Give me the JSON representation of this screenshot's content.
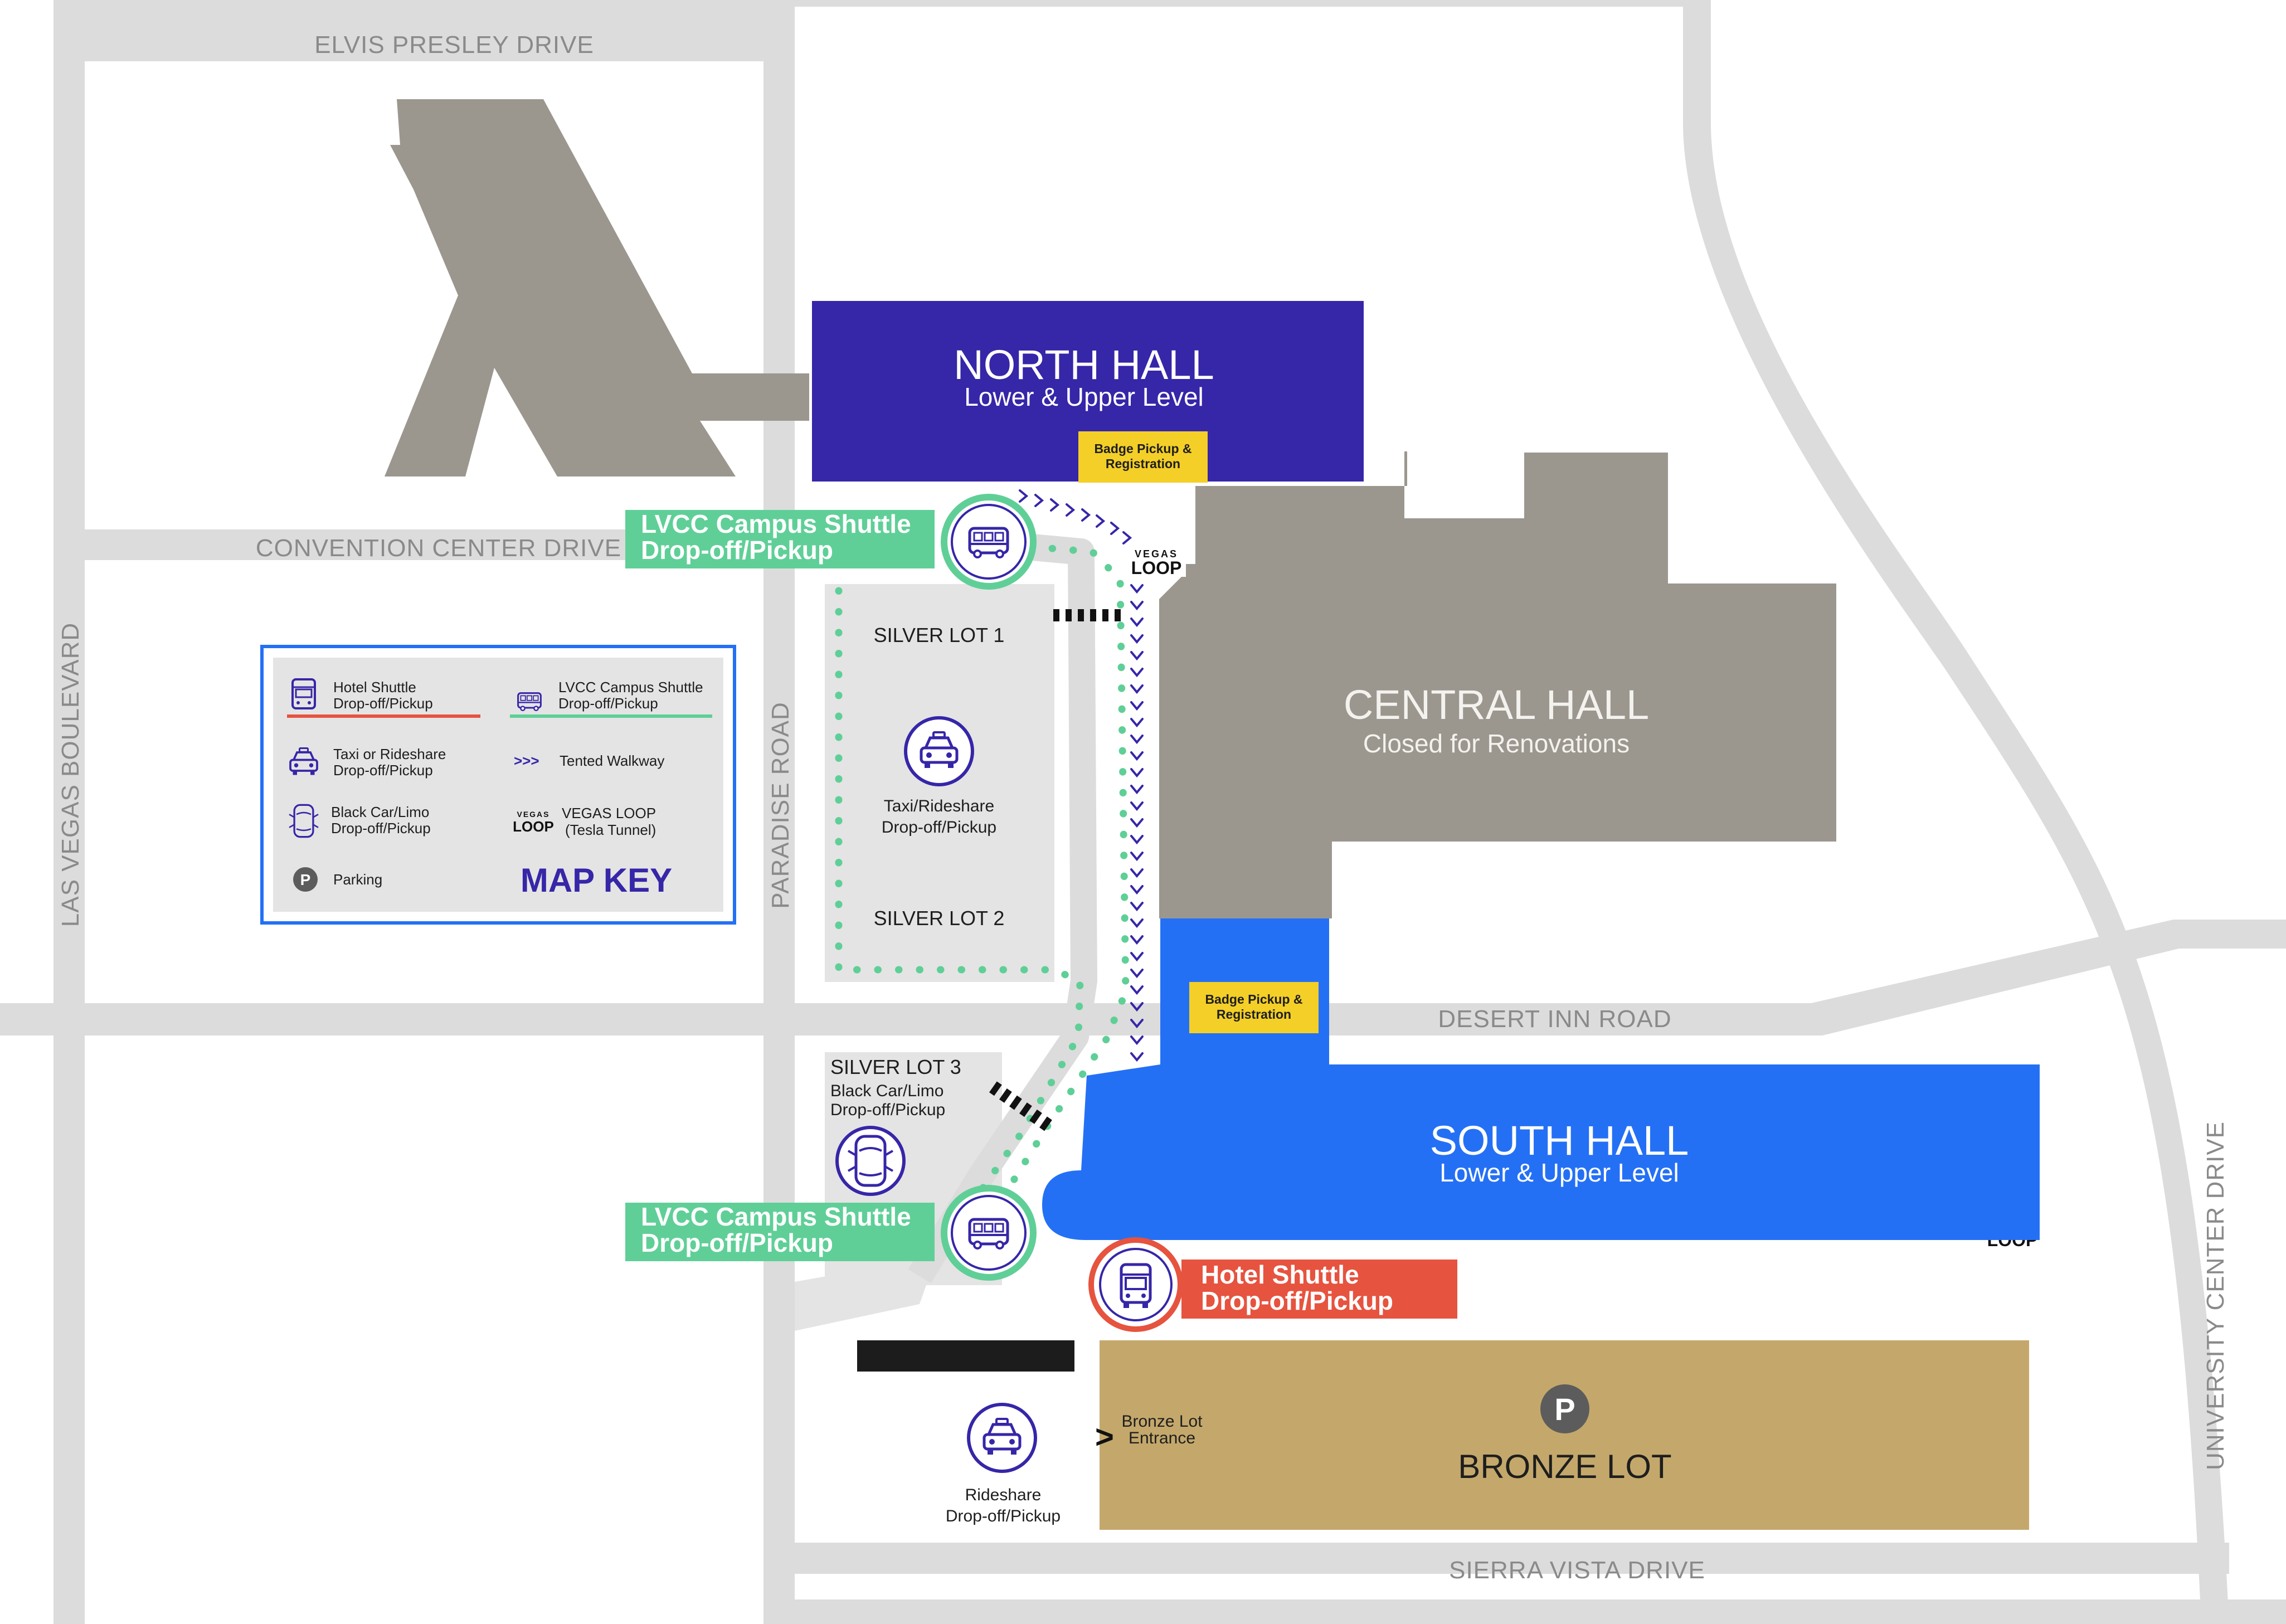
{
  "roads": {
    "elvis_presley": "ELVIS PRESLEY DRIVE",
    "convention_center": "CONVENTION CENTER DRIVE",
    "las_vegas_blvd": "LAS VEGAS BOULEVARD",
    "paradise": "PARADISE ROAD",
    "desert_inn": "DESERT INN ROAD",
    "university_center": "UNIVERSITY CENTER DRIVE",
    "sierra_vista": "SIERRA VISTA DRIVE"
  },
  "halls": {
    "north": {
      "title": "NORTH HALL",
      "subtitle": "Lower & Upper Level",
      "color": "#3626a8"
    },
    "central": {
      "title": "CENTRAL HALL",
      "subtitle": "Closed for Renovations",
      "color": "#9b978e"
    },
    "south": {
      "title": "SOUTH HALL",
      "subtitle": "Lower & Upper Level",
      "color": "#2470f5"
    }
  },
  "badge": {
    "line1": "Badge Pickup &",
    "line2": "Registration",
    "color": "#f4cf27"
  },
  "lots": {
    "silver1": "SILVER LOT 1",
    "silver2": "SILVER LOT 2",
    "silver3": "SILVER LOT 3",
    "silver3_sub1": "Black Car/Limo",
    "silver3_sub2": "Drop-off/Pickup",
    "taxi1": "Taxi/Rideshare",
    "taxi2": "Drop-off/Pickup",
    "bronze": "BRONZE LOT",
    "bronze_entrance1": "Bronze Lot",
    "bronze_entrance2": "Entrance",
    "bronze_color": "#c4a86b",
    "rideshare1": "Rideshare",
    "rideshare2": "Drop-off/Pickup"
  },
  "callouts": {
    "campus1": "LVCC Campus Shuttle",
    "campus2": "Drop-off/Pickup",
    "hotel1": "Hotel Shuttle",
    "hotel2": "Drop-off/Pickup",
    "campus_color": "#5fcf97",
    "hotel_color": "#e6533f"
  },
  "loop": {
    "vegas": "VEGAS",
    "loop": "LOOP"
  },
  "legend": {
    "title": "MAP KEY",
    "hotel1": "Hotel Shuttle",
    "hotel2": "Drop-off/Pickup",
    "campus1": "LVCC Campus Shuttle",
    "campus2": "Drop-off/Pickup",
    "taxi1": "Taxi or Rideshare",
    "taxi2": "Drop-off/Pickup",
    "walkway_symbol": ">>>",
    "walkway": "Tented Walkway",
    "blackcar1": "Black Car/Limo",
    "blackcar2": "Drop-off/Pickup",
    "loop1": "VEGAS LOOP",
    "loop2": "(Tesla Tunnel)",
    "parking": "Parking",
    "parking_symbol": "P"
  },
  "icons": {
    "bus": "bus-icon",
    "taxi": "taxi-icon",
    "car": "car-icon",
    "parking": "parking-icon"
  }
}
